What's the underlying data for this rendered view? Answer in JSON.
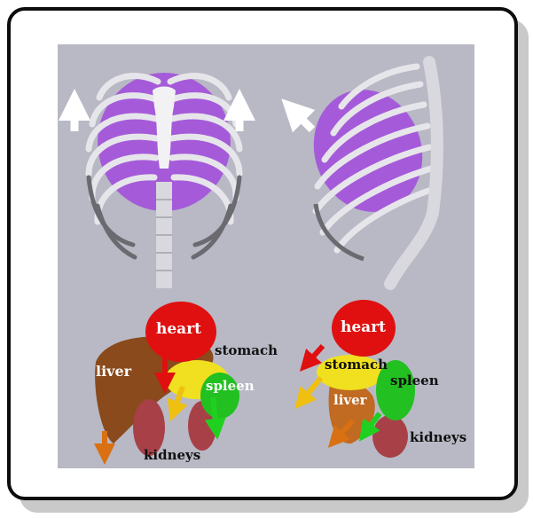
{
  "figure": {
    "organ_labels": {
      "left": {
        "heart": "heart",
        "stomach": "stomach",
        "liver": "liver",
        "spleen": "spleen",
        "kidneys": "kidneys"
      },
      "right": {
        "heart": "heart",
        "stomach": "stomach",
        "liver": "liver",
        "spleen": "spleen",
        "kidneys": "kidneys"
      }
    },
    "colors": {
      "panel_bg": "#b8b9c5",
      "lungs": "#a55bd9",
      "bone": "#e6e6ea",
      "heart": "#e01010",
      "liver": "#8a4a1c",
      "stomach": "#f0e020",
      "spleen": "#22c020",
      "kidneys": "#a84048",
      "arrow_white": "#ffffff",
      "arrow_red": "#e01010",
      "arrow_yellow": "#f0c010",
      "arrow_green": "#20d020",
      "arrow_orange": "#d97012"
    }
  }
}
